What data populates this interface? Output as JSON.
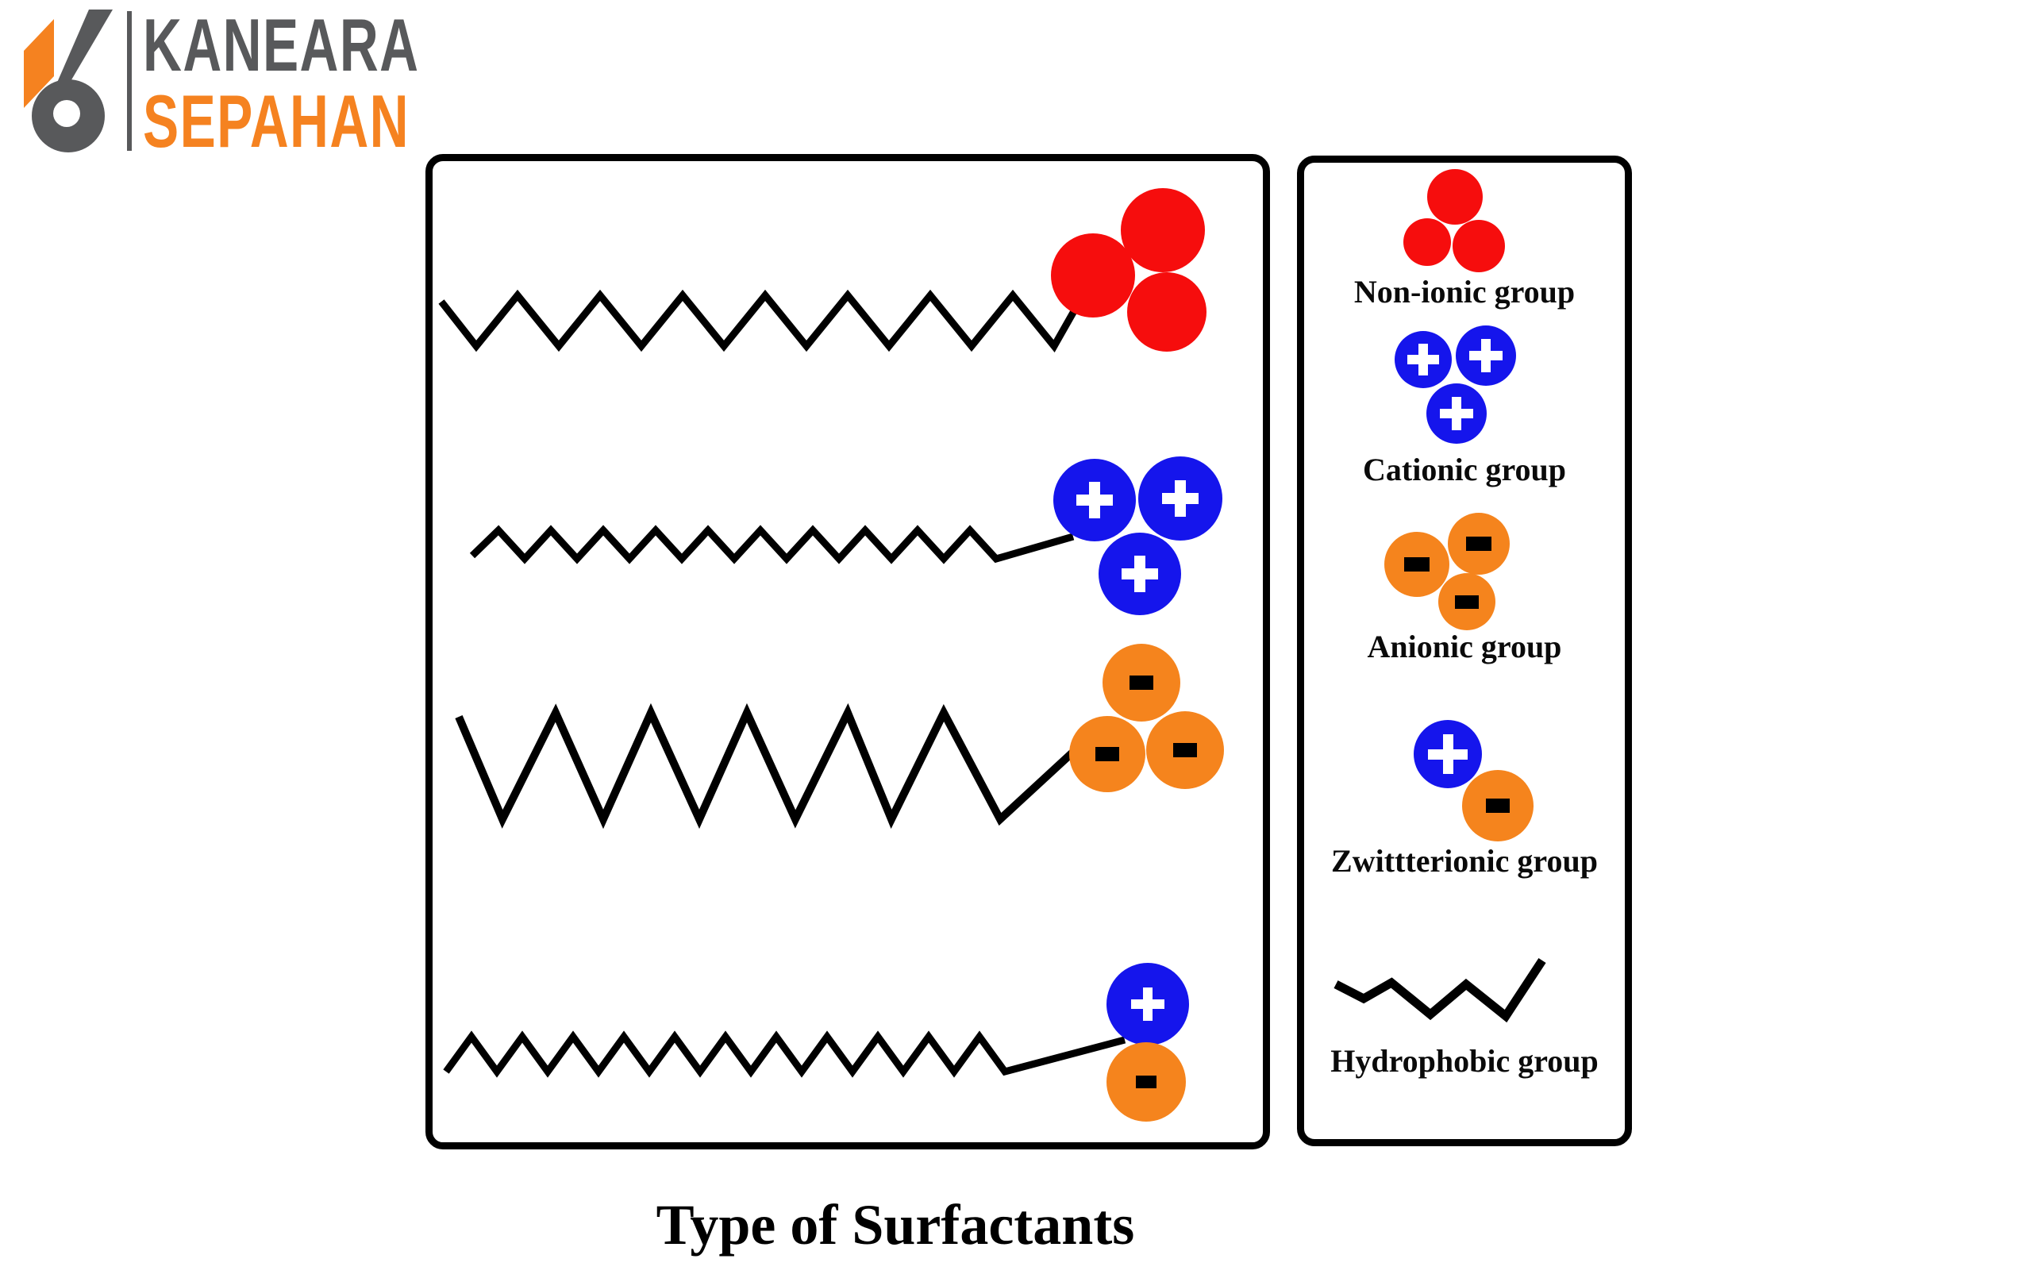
{
  "title": {
    "text": "Type of Surfactants"
  },
  "logo": {
    "line1": "KANEARA",
    "line2": "SEPAHAN"
  },
  "colors": {
    "head_red": "#F60D0D",
    "head_blue": "#1515EC",
    "head_orange": "#F5841D",
    "chain_black": "#000000",
    "logo_gray": "#58595B",
    "logo_orange": "#F58220",
    "panel_border": "#000000"
  },
  "symbols": {
    "plus": "+",
    "minus": "-"
  },
  "main_panel": {
    "rows": [
      {
        "head_type": "non-ionic",
        "bead_count": 3,
        "bead_color": "#F60D0D",
        "sign": "none"
      },
      {
        "head_type": "cationic",
        "bead_count": 3,
        "bead_color": "#1515EC",
        "sign": "+"
      },
      {
        "head_type": "anionic",
        "bead_count": 3,
        "bead_color": "#F5841D",
        "sign": "-"
      },
      {
        "head_type": "zwitterionic",
        "bead_count": 2,
        "bead_color": "#1515EC / #F5841D",
        "sign": "+/-"
      }
    ]
  },
  "legend": {
    "items": [
      {
        "label": "Non-ionic group",
        "color": "#F60D0D",
        "sign": "none"
      },
      {
        "label": "Cationic group",
        "color": "#1515EC",
        "sign": "+"
      },
      {
        "label": "Anionic group",
        "color": "#F5841D",
        "sign": "-"
      },
      {
        "label": "Zwittterionic group",
        "color": "#1515EC / #F5841D",
        "sign": "+/-"
      },
      {
        "label": "Hydrophobic group",
        "color": "#000000",
        "sign": "zigzag-tail"
      }
    ]
  }
}
